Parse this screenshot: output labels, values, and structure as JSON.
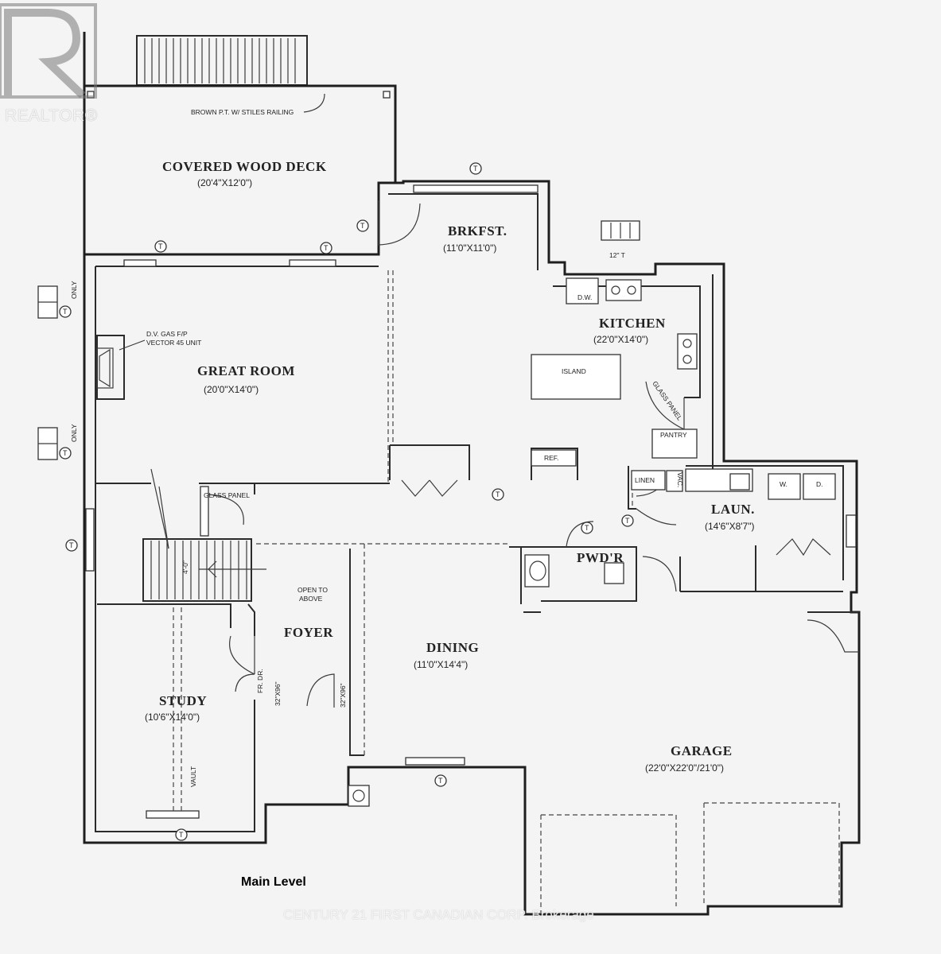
{
  "brand": {
    "logo_text": "REALTOR®"
  },
  "labels": {
    "railing": "BROWN P.T. W/ STILES RAILING",
    "fireplace": "D.V. GAS F/P\nVECTOR 45 UNIT",
    "only_1": "ONLY",
    "only_2": "ONLY",
    "t12": "12\" T",
    "dw": "D.W.",
    "island": "ISLAND",
    "glass_panel_kitchen": "GLASS PANEL",
    "pantry": "PANTRY",
    "ref": "REF.",
    "linen": "LINEN",
    "vac": "VAC.",
    "washer": "W.",
    "dryer": "D.",
    "glass_panel_stair": "GLASS PANEL",
    "open_to_above": "OPEN TO\nABOVE",
    "stair_width": "4'-0\"",
    "door_foyer_1": "32\"X96\"",
    "door_foyer_2": "32\"X96\"",
    "fr_dr": "FR. DR.",
    "vault": "VAULT",
    "t_marker": "T"
  },
  "rooms": [
    {
      "name": "COVERED WOOD DECK",
      "dims": "(20'4\"X12'0\")"
    },
    {
      "name": "BRKFST.",
      "dims": "(11'0\"X11'0\")"
    },
    {
      "name": "KITCHEN",
      "dims": "(22'0\"X14'0\")"
    },
    {
      "name": "GREAT ROOM",
      "dims": "(20'0\"X14'0\")"
    },
    {
      "name": "LAUN.",
      "dims": "(14'6\"X8'7\")"
    },
    {
      "name": "PWD'R",
      "dims": ""
    },
    {
      "name": "FOYER",
      "dims": ""
    },
    {
      "name": "DINING",
      "dims": "(11'0\"X14'4\")"
    },
    {
      "name": "STUDY",
      "dims": "(10'6\"X14'0\")"
    },
    {
      "name": "GARAGE",
      "dims": "(22'0\"X22'0\"/21'0\")"
    }
  ],
  "level": "Main Level",
  "watermark": "CENTURY 21 FIRST CANADIAN CORP. Brokerage"
}
